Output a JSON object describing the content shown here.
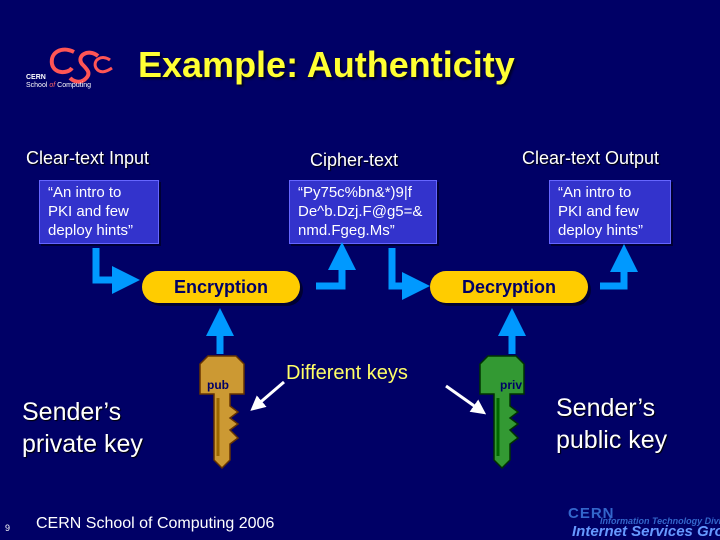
{
  "title": "Example: Authenticity",
  "logo": {
    "org": "CERN",
    "school_pre": "School ",
    "school_of": "of",
    "school_post": " Computing"
  },
  "columns": {
    "input": "Clear-text Input",
    "cipher": "Cipher-text",
    "output": "Clear-text Output"
  },
  "boxes": {
    "input": [
      "“An intro to",
      "PKI and few",
      "deploy hints”"
    ],
    "cipher": [
      "“Py75c%bn&*)9|f",
      "De^b.Dzj.F@g5=&",
      "nmd.Fgeg.Ms”"
    ],
    "output": [
      "“An intro to",
      "PKI and few",
      "deploy hints”"
    ]
  },
  "steps": {
    "encryption": "Encryption",
    "decryption": "Decryption"
  },
  "keys": {
    "left_tag": "pub",
    "right_tag": "priv",
    "different_keys": "Different keys",
    "sender_private": [
      "Sender’s",
      "private key"
    ],
    "sender_public": [
      "Sender’s",
      "public key"
    ]
  },
  "colors": {
    "background": "#000066",
    "title": "#ffff33",
    "box": "#3333cc",
    "pill": "#ffcc00",
    "arrow": "#0099ff",
    "left_key": "#cc9933",
    "right_key": "#339933"
  },
  "footer": {
    "page": "9",
    "text": "CERN School of Computing 2006"
  },
  "its_logo": {
    "cern": "CERN",
    "division": "Information Technology Division",
    "group": "Internet Services Group"
  }
}
